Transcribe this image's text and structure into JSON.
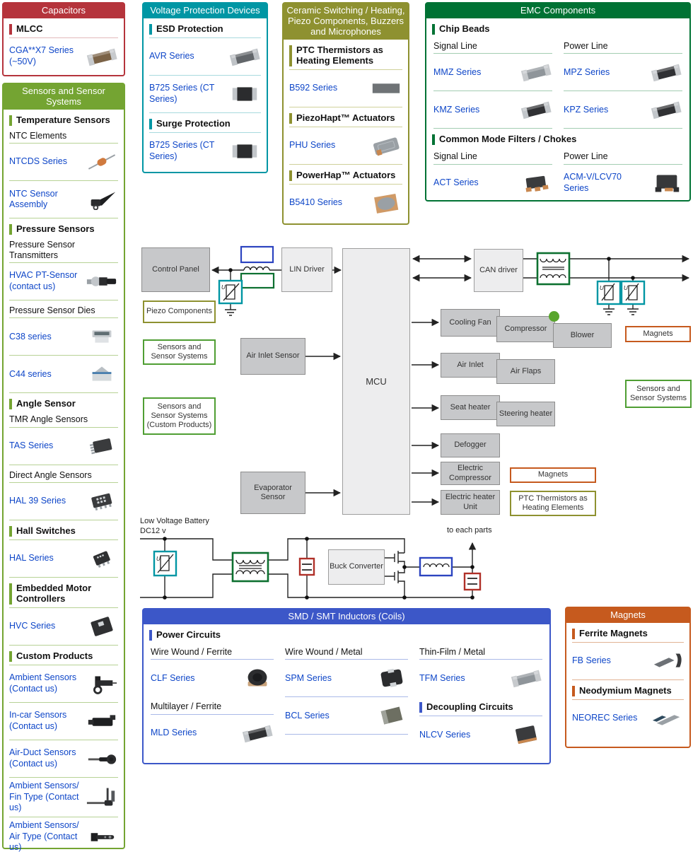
{
  "panels": {
    "capacitors": {
      "title": "Capacitors",
      "sections": [
        {
          "title": "MLCC",
          "items": [
            {
              "label": "CGA**X7 Series (~50V)",
              "icon": "mlcc-chip-icon"
            }
          ]
        }
      ]
    },
    "sensors": {
      "title": "Sensors and Sensor Systems",
      "sections": [
        {
          "title": "Temperature Sensors",
          "groups": [
            {
              "sub": "NTC Elements",
              "items": [
                {
                  "label": "NTCDS Series",
                  "icon": "ntcds-thermistor-icon"
                },
                {
                  "label": "NTC Sensor Assembly",
                  "icon": "ntc-sensor-assembly-icon"
                }
              ]
            }
          ]
        },
        {
          "title": "Pressure Sensors",
          "groups": [
            {
              "sub": "Pressure Sensor Transmitters",
              "items": [
                {
                  "label": "HVAC PT-Sensor (contact us)",
                  "icon": "hvac-pt-sensor-icon"
                }
              ]
            },
            {
              "sub": "Pressure Sensor Dies",
              "items": [
                {
                  "label": "C38 series",
                  "icon": "c38-die-icon"
                },
                {
                  "label": "C44 series",
                  "icon": "c44-die-icon"
                }
              ]
            }
          ]
        },
        {
          "title": "Angle Sensor",
          "groups": [
            {
              "sub": "TMR Angle Sensors",
              "items": [
                {
                  "label": "TAS Series",
                  "icon": "tas-ic-icon"
                }
              ]
            },
            {
              "sub": "Direct Angle Sensors",
              "items": [
                {
                  "label": "HAL 39 Series",
                  "icon": "hal39-ic-icon"
                }
              ]
            }
          ]
        },
        {
          "title": "Hall Switches",
          "groups": [
            {
              "sub": "",
              "items": [
                {
                  "label": "HAL Series",
                  "icon": "hal-ic-icon"
                }
              ]
            }
          ]
        },
        {
          "title": "Embedded Motor Controllers",
          "groups": [
            {
              "sub": "",
              "items": [
                {
                  "label": "HVC Series",
                  "icon": "hvc-qfn-icon"
                }
              ]
            }
          ]
        },
        {
          "title": "Custom Products",
          "groups": [
            {
              "sub": "",
              "items": [
                {
                  "label": "Ambient Sensors (Contact us)",
                  "icon": "ambient-sensor-icon"
                },
                {
                  "label": "In-car Sensors (Contact us)",
                  "icon": "incar-sensor-icon"
                },
                {
                  "label": "Air-Duct Sensors (Contact us)",
                  "icon": "airduct-sensor-icon"
                },
                {
                  "label": "Ambient Sensors/ Fin Type (Contact us)",
                  "icon": "fin-sensor-icon"
                },
                {
                  "label": "Ambient Sensors/ Air Type (Contact us)",
                  "icon": "airtype-sensor-icon"
                }
              ]
            }
          ]
        }
      ]
    },
    "vpd": {
      "title": "Voltage Protection Devices",
      "sections": [
        {
          "title": "ESD Protection",
          "items": [
            {
              "label": "AVR Series",
              "icon": "avr-chip-icon"
            },
            {
              "label": "B725 Series (CT Series)",
              "icon": "b725-chip-icon"
            }
          ]
        },
        {
          "title": "Surge Protection",
          "items": [
            {
              "label": "B725 Series (CT Series)",
              "icon": "b725-chip-icon"
            }
          ]
        }
      ]
    },
    "ceramic": {
      "title": "Ceramic Switching / Heating, Piezo Components, Buzzers and Microphones",
      "sections": [
        {
          "title": "PTC Thermistors as Heating Elements",
          "items": [
            {
              "label": "B592 Series",
              "icon": "b592-heater-icon"
            }
          ]
        },
        {
          "title": "PiezoHapt™ Actuators",
          "items": [
            {
              "label": "PHU Series",
              "icon": "phu-actuator-icon"
            }
          ]
        },
        {
          "title": "PowerHap™ Actuators",
          "items": [
            {
              "label": "B5410 Series",
              "icon": "b5410-actuator-icon"
            }
          ]
        }
      ]
    },
    "emc": {
      "title": "EMC Components",
      "sections": [
        {
          "title": "Chip Beads",
          "columns": [
            {
              "sub": "Signal Line",
              "items": [
                {
                  "label": "MMZ Series",
                  "icon": "mmz-chip-icon"
                },
                {
                  "label": "KMZ Series",
                  "icon": "kmz-chip-icon"
                }
              ]
            },
            {
              "sub": "Power Line",
              "items": [
                {
                  "label": "MPZ Series",
                  "icon": "mpz-chip-icon"
                },
                {
                  "label": "KPZ Series",
                  "icon": "kpz-chip-icon"
                }
              ]
            }
          ]
        },
        {
          "title": "Common Mode Filters / Chokes",
          "columns": [
            {
              "sub": "Signal Line",
              "items": [
                {
                  "label": "ACT Series",
                  "icon": "act-choke-icon"
                }
              ]
            },
            {
              "sub": "Power Line",
              "items": [
                {
                  "label": "ACM-V/LCV70 Series",
                  "icon": "acm-choke-icon"
                }
              ]
            }
          ]
        }
      ]
    },
    "inductors": {
      "title": "SMD / SMT Inductors (Coils)",
      "section1": "Power Circuits",
      "columns": [
        {
          "sub1": "Wire Wound / Ferrite",
          "item1": {
            "label": "CLF Series",
            "icon": "clf-coil-icon"
          },
          "sub2": "Multilayer / Ferrite",
          "item2": {
            "label": "MLD Series",
            "icon": "mld-chip-icon"
          }
        },
        {
          "sub1": "Wire Wound / Metal",
          "item1": {
            "label": "SPM Series",
            "icon": "spm-coil-icon"
          },
          "item2": {
            "label": "BCL Series",
            "icon": "bcl-coil-icon"
          }
        },
        {
          "sub1": "Thin-Film / Metal",
          "item1": {
            "label": "TFM Series",
            "icon": "tfm-chip-icon"
          },
          "section2": "Decoupling Circuits",
          "item2": {
            "label": "NLCV Series",
            "icon": "nlcv-coil-icon"
          }
        }
      ]
    },
    "magnets": {
      "title": "Magnets",
      "sections": [
        {
          "title": "Ferrite Magnets",
          "items": [
            {
              "label": "FB Series",
              "icon": "fb-magnet-icon"
            }
          ]
        },
        {
          "title": "Neodymium Magnets",
          "items": [
            {
              "label": "NEOREC Series",
              "icon": "neorec-magnet-icon"
            }
          ]
        }
      ]
    }
  },
  "diagram": {
    "nodes": {
      "control_panel": "Control Panel",
      "lin_driver": "LIN Driver",
      "mcu": "MCU",
      "can_driver": "CAN driver",
      "cooling_fan": "Cooling Fan",
      "compressor": "Compressor",
      "blower": "Blower",
      "air_inlet": "Air Inlet",
      "air_flaps": "Air Flaps",
      "seat_heater": "Seat heater",
      "steering_heater": "Steering heater",
      "defogger": "Defogger",
      "electric_compressor": "Electric Compressor",
      "electric_heater_unit": "Electric heater Unit",
      "air_inlet_sensor": "Air Inlet Sensor",
      "evaporator_sensor": "Evaporator Sensor",
      "buck_converter": "Buck Converter"
    },
    "legends": {
      "piezo_components": "Piezo Components",
      "sensors_systems": "Sensors and Sensor Systems",
      "sensors_systems_custom": "Sensors and Sensor Systems (Custom Products)",
      "magnets_right": "Magnets",
      "sensors_systems_right": "Sensors and Sensor Systems",
      "magnets_mid": "Magnets",
      "ptc_thermistors": "PTC Thermistors as Heating Elements"
    },
    "labels": {
      "battery_line1": "Low Voltage Battery",
      "battery_line2": "DC12 v",
      "to_each_parts": "to each parts",
      "varistor_u": "U"
    }
  },
  "colors": {
    "capacitors": "#b5343c",
    "sensors": "#74a432",
    "vpd": "#0096a4",
    "ceramic": "#8e9130",
    "emc": "#007234",
    "inductors": "#3c57c8",
    "magnets": "#c65a1e",
    "link": "#0e46c8"
  }
}
